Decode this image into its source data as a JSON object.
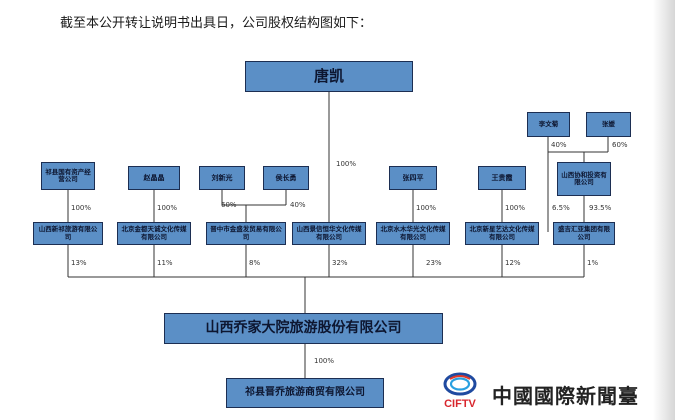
{
  "intro_text": "截至本公开转让说明书出具日，公司股权结构图如下：",
  "top_holder": "唐凯",
  "row1": {
    "qixian_state": "祁县国有资产经营公司",
    "zhao_jingjing": "赵晶晶",
    "liu_xinguang": "刘新光",
    "hou_changyong": "侯长勇",
    "zhang_siping": "张四平",
    "wang_guixia": "王贵霞",
    "li_wenju": "李文菊",
    "zhang_yuan": "张媛",
    "shanxi_tongxin": "山西协和投资有限公司"
  },
  "row2": {
    "shanxi_xinqi": "山西新祁旅游有限公司",
    "beijing_jindu": "北京金都天诚文化传媒有限公司",
    "jinzhong_jinsheng": "晋中市金盛发贸易有限公司",
    "shanxi_jinxin": "山西景信恒华文化传媒有限公司",
    "beijing_dongfang": "北京水木华光文化传媒有限公司",
    "beijing_yufang": "北京新星艺达文化传媒有限公司",
    "shenzhen_fanya": "盛吉汇亚集团有限公司"
  },
  "pct_row1": {
    "qixian_state": "100%",
    "zhao_jingjing": "100%",
    "liu_xinguang": "60%",
    "hou_changyong": "40%",
    "tang_kai": "100%",
    "zhang_siping": "100%",
    "wang_guixia": "100%",
    "li_wenju": "40%",
    "zhang_yuan": "60%",
    "li_wenju_direct": "6.5%",
    "shanxi_tongxin": "93.5%"
  },
  "pct_row2": {
    "shanxi_xinqi": "13%",
    "beijing_jindu": "11%",
    "jinzhong_jinsheng": "8%",
    "shanxi_jinxin": "32%",
    "beijing_dongfang": "23%",
    "beijing_yufang": "12%",
    "shenzhen_fanya": "1%"
  },
  "company": "山西乔家大院旅游股份有限公司",
  "company_pct": "100%",
  "subsidiary": "祁县晋乔旅游商贸有限公司",
  "watermark": {
    "logo_caption": "CIFTV",
    "text": "中國國際新聞臺"
  }
}
